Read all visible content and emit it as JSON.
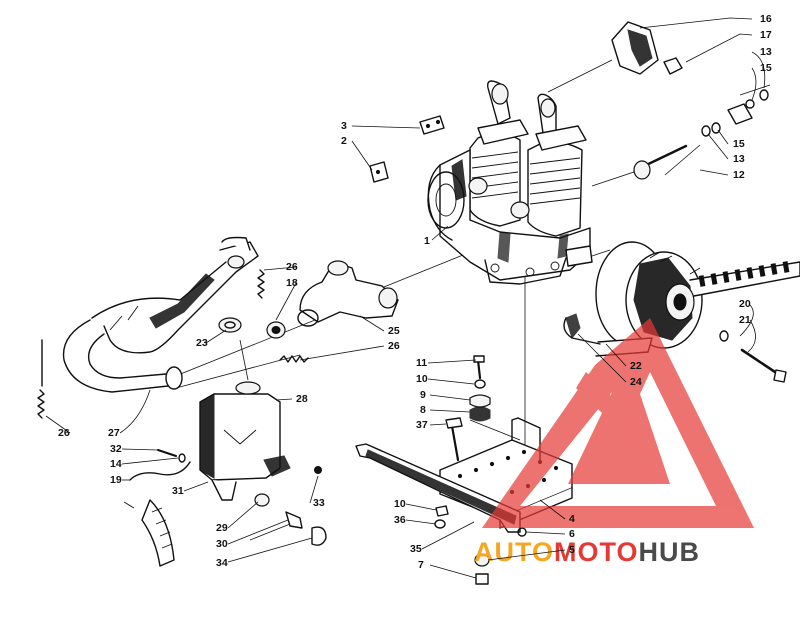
{
  "diagram": {
    "callouts": {
      "c1": "1",
      "c2": "2",
      "c3": "3",
      "c4": "4",
      "c5": "5",
      "c6": "6",
      "c7": "7",
      "c8": "8",
      "c9": "9",
      "c10a": "10",
      "c10b": "10",
      "c11": "11",
      "c12": "12",
      "c13a": "13",
      "c13b": "13",
      "c14": "14",
      "c15a": "15",
      "c15b": "15",
      "c16": "16",
      "c17": "17",
      "c18": "18",
      "c19": "19",
      "c20": "20",
      "c21": "21",
      "c22": "22",
      "c23": "23",
      "c24": "24",
      "c25": "25",
      "c26a": "26",
      "c26b": "26",
      "c26c": "26",
      "c27": "27",
      "c28": "28",
      "c29": "29",
      "c30": "30",
      "c31": "31",
      "c32": "32",
      "c33": "33",
      "c34": "34",
      "c35": "35",
      "c36": "36",
      "c37": "37"
    }
  },
  "watermark": {
    "part1": "AUTO",
    "part2": "MOTO",
    "part3": "HUB",
    "color_red": "#e53935",
    "color_orange": "#f5a623",
    "color_gray": "#4a4a4a"
  }
}
